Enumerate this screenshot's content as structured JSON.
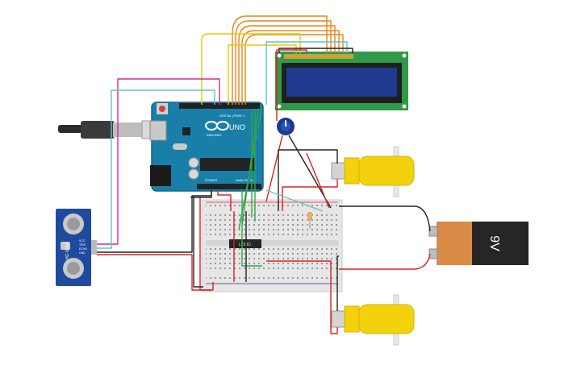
{
  "arduino": {
    "brand_text": "ARDUINO",
    "model_text": "UNO",
    "digital_label": "DIGITAL (PWM~)",
    "power_label": "POWER",
    "analog_label": "ANALOG IN"
  },
  "ultrasonic": {
    "model_text": "HC-SR04",
    "pin_labels": [
      "VCC",
      "TRIG",
      "ECHO",
      "GND"
    ]
  },
  "driver_chip": {
    "label": "L293D"
  },
  "battery": {
    "label": "9V"
  },
  "colors": {
    "arduino_blue": "#1a7fa8",
    "lcd_green": "#2f9a47",
    "lcd_screen": "#1d3a8f",
    "motor_yellow": "#f3d20d",
    "battery_orange": "#d98a45",
    "battery_black": "#262626",
    "breadboard": "#e6e6e6",
    "sensor_blue": "#1f4aa0",
    "wire_red": "#e02020",
    "wire_black": "#222222",
    "wire_green": "#2fa84a",
    "wire_orange": "#e6861c",
    "wire_yellow": "#e8c800",
    "wire_magenta": "#d02a9a",
    "wire_cyan": "#5fc3d1"
  }
}
